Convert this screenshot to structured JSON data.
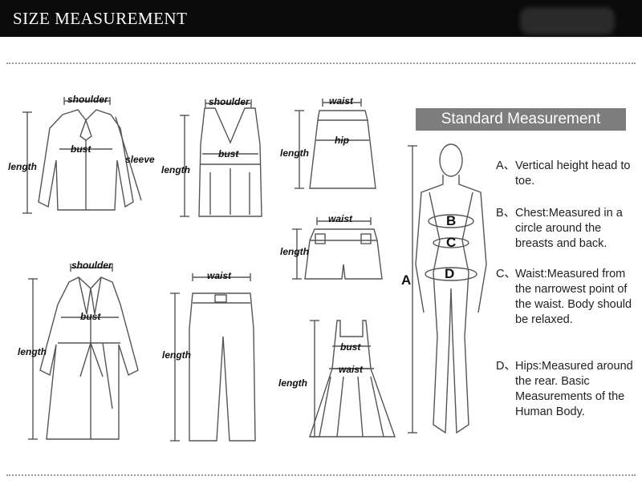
{
  "header": {
    "title": "SIZE MEASUREMENT"
  },
  "garments": {
    "shirt": {
      "shoulder": "shoulder",
      "bust": "bust",
      "length": "length",
      "sleeve": "sleeve"
    },
    "vest": {
      "shoulder": "shoulder",
      "bust": "bust",
      "length": "length"
    },
    "skirt": {
      "waist": "waist",
      "hip": "hip",
      "length": "length"
    },
    "shorts": {
      "waist": "waist",
      "length": "length"
    },
    "coat": {
      "shoulder": "shoulder",
      "bust": "bust",
      "length": "length"
    },
    "pants": {
      "waist": "waist",
      "length": "length"
    },
    "dress": {
      "bust": "bust",
      "waist": "waist",
      "length": "length"
    }
  },
  "standard": {
    "title": "Standard Measurement",
    "figure_labels": {
      "a": "A",
      "b": "B",
      "c": "C",
      "d": "D"
    },
    "notes": [
      {
        "key": "A、",
        "text": "Vertical height head to toe."
      },
      {
        "key": "B、",
        "text": "Chest:Measured in a circle around the breasts and back."
      },
      {
        "key": "C、",
        "text": "Waist:Measured from the narrowest point of the waist. Body should be relaxed."
      },
      {
        "key": "D、",
        "text": "Hips:Measured around the rear. Basic Measurements of the Human Body."
      }
    ]
  }
}
